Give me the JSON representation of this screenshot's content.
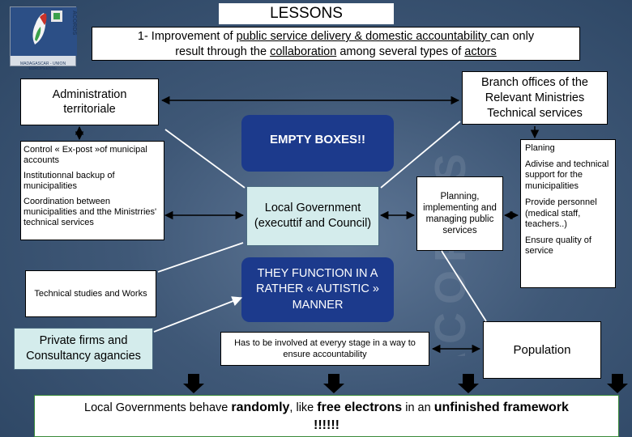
{
  "title": "LESSONS",
  "header": {
    "line1_a": "1- Improvement of ",
    "line1_u1": "public service delivery & domestic accountability ",
    "line1_b": " can only",
    "line2_a": "result through the ",
    "line2_u1": "collaboration",
    "line2_b": " among several types of ",
    "line2_u2": "actors"
  },
  "logo": {
    "text": "MADAGASCAR - UNION EUROPEENNE",
    "vertical_text": "ACORDS",
    "colors": {
      "map_green": "#3aa04a",
      "map_red": "#c8322a",
      "map_white": "#f4f4f4"
    }
  },
  "watermark": "ACORDS",
  "admin": {
    "title": "Administration territoriale",
    "items": [
      "Control  « Ex-post »of municipal accounts",
      "Institutionnal backup  of municipalities",
      "Coordination between municipalities and tthe Ministrries' technical services"
    ]
  },
  "branch": {
    "title": "Branch offices of the Relevant Ministries Technical services",
    "items": [
      "Planing",
      "Adivise and technical support for the municipalities",
      "Provide personnel (medical staff, teachers..)",
      "Ensure quality of service"
    ]
  },
  "empty_boxes": "EMPTY BOXES!!",
  "local_gov": "Local Government (executtif and Council)",
  "planning": "Planning, implementing and managing public services",
  "autistic": "THEY FUNCTION IN A RATHER « AUTISTIC » MANNER",
  "technical_studies": "Technical studies and Works",
  "private_firms": "Private firms and Consultancy agancies",
  "involved": "Has to be involved at  everyy stage in a way to ensure  accountability",
  "population": "Population",
  "banner": {
    "p1": "Local Governments  behave ",
    "p2": "randomly",
    "p3": ", like ",
    "p4": "free electrons",
    "p5": " in an ",
    "p6": "unfinished framework",
    "p7": "!!!!!!"
  },
  "colors": {
    "background": "#3f5877",
    "navy_box": "#1c3a8c",
    "cyan_box": "#d4ecec",
    "arrow": "#000000"
  }
}
